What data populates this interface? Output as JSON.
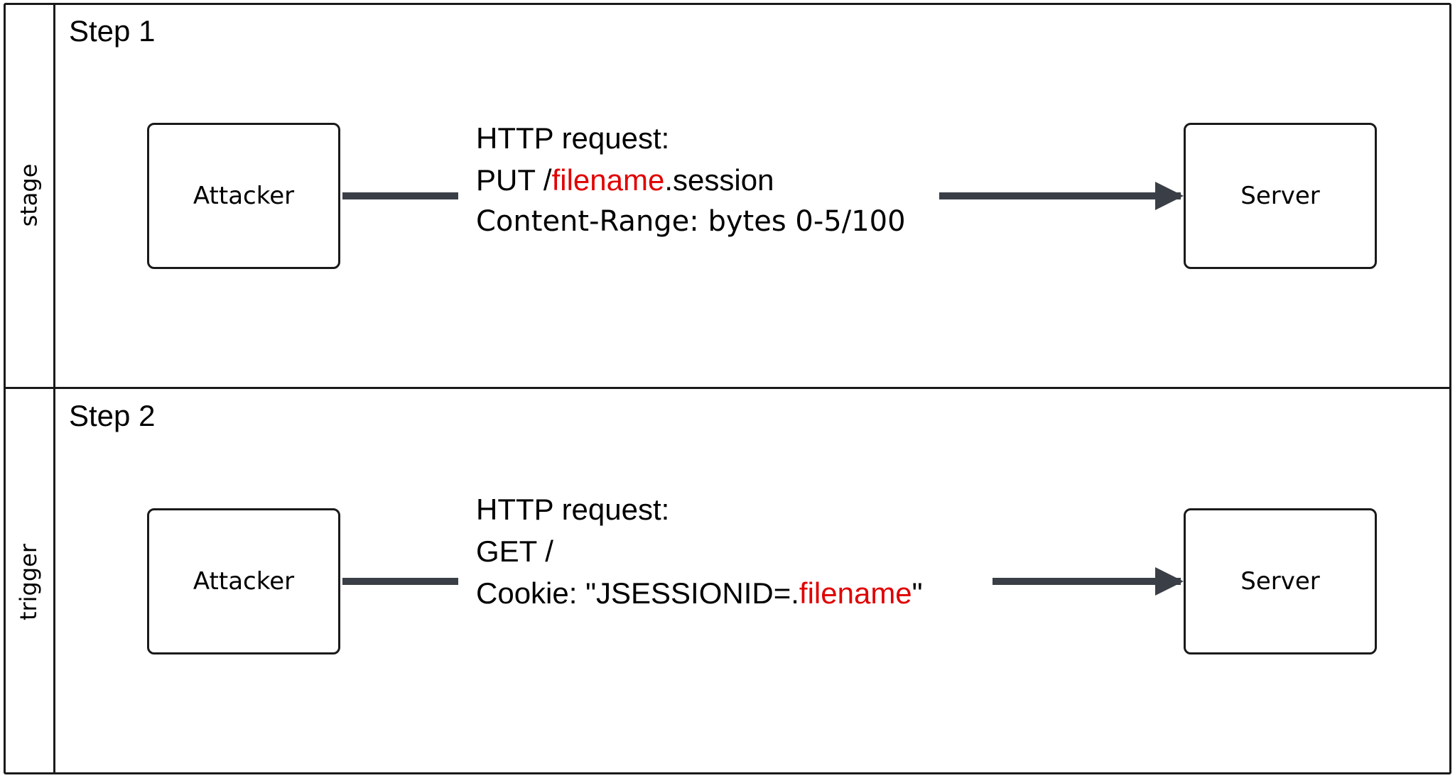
{
  "lanes": [
    {
      "label": "stage",
      "title": "Step 1",
      "source": "Attacker",
      "target": "Server",
      "request": {
        "line1": "HTTP request:",
        "line2_prefix": "PUT /",
        "line2_highlight": "filename",
        "line2_suffix": ".session",
        "line3": "Content-Range: bytes 0-5/100"
      }
    },
    {
      "label": "trigger",
      "title": "Step 2",
      "source": "Attacker",
      "target": "Server",
      "request": {
        "line1": "HTTP request:",
        "line2": "GET /",
        "line3_prefix": "Cookie: \"JSESSIONID=.",
        "line3_highlight": "filename",
        "line3_suffix": "\""
      }
    }
  ],
  "colors": {
    "highlight": "#e00000",
    "edge": "#3a3f47",
    "border": "#1a1a1a"
  }
}
